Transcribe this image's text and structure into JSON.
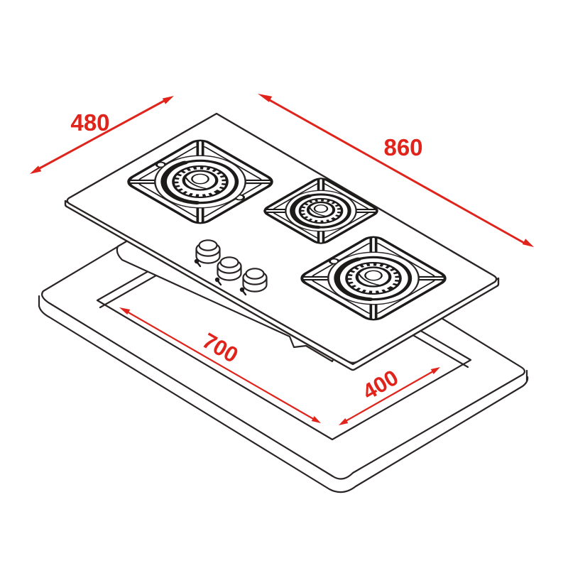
{
  "diagram": {
    "title": "gas-hob-installation-dimensions",
    "kind": "isometric line drawing of a 3-burner gas hob above its worktop cut-out",
    "dimensions": {
      "hob_width": "480",
      "hob_length": "860",
      "cutout_length": "700",
      "cutout_width": "400"
    },
    "colors": {
      "dimension_red": "#e0241c",
      "line_dark": "#2a2424",
      "background": "#ffffff"
    },
    "parts": {
      "burner_count": 3,
      "knob_count": 3
    }
  }
}
